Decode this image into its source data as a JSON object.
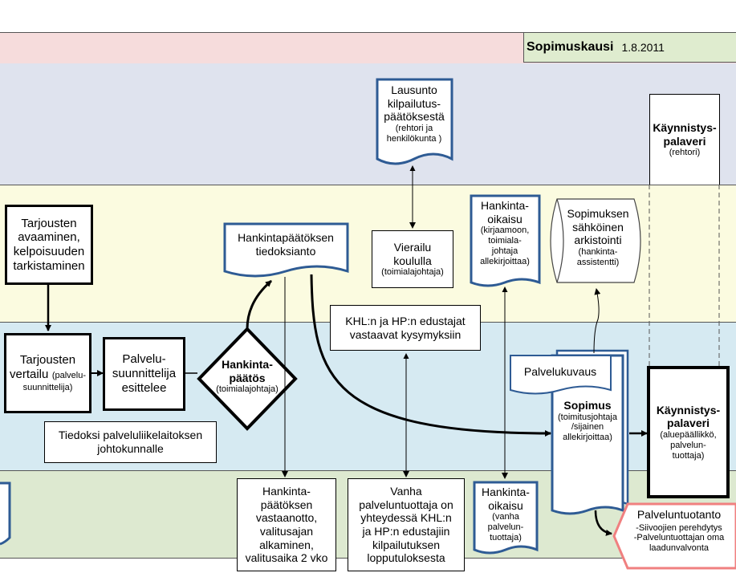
{
  "header": {
    "title": "Sopimuskausi",
    "date": "1.8.2011"
  },
  "nodes": {
    "lausunto": {
      "l1": "Lausunto",
      "l2": "kilpailutus-",
      "l3": "päätöksestä",
      "l4": "(rehtori ja",
      "l5": "henkilökunta )"
    },
    "kaynnistys1": {
      "l1": "Käynnistys-",
      "l2": "palaveri",
      "l3": "(rehtori)"
    },
    "tarjousten_avaaminen": {
      "l1": "Tarjousten",
      "l2": "avaaminen,",
      "l3": "kelpoisuuden",
      "l4": "tarkistaminen"
    },
    "hp_tiedoksianto": {
      "l1": "Hankintapäätöksen",
      "l2": "tiedoksianto"
    },
    "vierailu": {
      "l1": "Vierailu",
      "l2": "koululla",
      "l3": "(toimialajohtaja)"
    },
    "hankintaoikaisu1": {
      "l1": "Hankinta-",
      "l2": "oikaisu",
      "l3": "(kirjaamoon,",
      "l4": "toimiala-",
      "l5": "johtaja",
      "l6": "allekirjoittaa)"
    },
    "arkistointi": {
      "l1": "Sopimuksen",
      "l2": "sähköinen",
      "l3": "arkistointi",
      "l4": "(hankinta-",
      "l5": "assistentti)"
    },
    "khl_hp": {
      "l1": "KHL:n ja HP:n edustajat",
      "l2": "vastaavat kysymyksiin"
    },
    "tarjousten_vertailu": {
      "l1": "Tarjousten",
      "l2a": "vertailu",
      "l2b": "(palvelu-",
      "l3": "suunnittelija)"
    },
    "palvelusuunnittelija": {
      "l1": "Palvelu-",
      "l2": "suunnittelija",
      "l3": "esittelee"
    },
    "hankintapaatos": {
      "l1": "Hankinta-",
      "l2": "päätös",
      "l3": "(toimialajohtaja)"
    },
    "palvelukuvaus": {
      "l1": "Palvelukuvaus"
    },
    "sopimus": {
      "l1": "Sopimus",
      "l2": "(toimitusjohtaja",
      "l3": "/sijainen",
      "l4": "allekirjoittaa)"
    },
    "kaynnistys2": {
      "l1": "Käynnistys-",
      "l2": "palaveri",
      "l3": "(aluepäällikkö,",
      "l4": "palvelun-",
      "l5": "tuottaja)"
    },
    "tiedoksi": {
      "l1": "Tiedoksi palveluliikelaitoksen",
      "l2": "johtokunnalle"
    },
    "vastaanotto": {
      "l1": "Hankinta-",
      "l2": "päätöksen",
      "l3": "vastaanotto,",
      "l4": "valitusajan",
      "l5": "alkaminen,",
      "l6": "valitusaika 2 vko"
    },
    "vanha_tuottaja": {
      "l1": "Vanha",
      "l2": "palveluntuottaja on",
      "l3": "yhteydessä KHL:n",
      "l4": "ja HP:n edustajiin",
      "l5": "kilpailutuksen",
      "l6": "lopputuloksesta"
    },
    "hankintaoikaisu2": {
      "l1": "Hankinta-",
      "l2": "oikaisu",
      "l3": "(vanha",
      "l4": "palvelun-",
      "l5": "tuottaja)"
    },
    "palveluntuotanto": {
      "l1": "Palveluntuotanto",
      "l2": "-Siivoojien perehdytys",
      "l3": "-Palveluntuottajan oma",
      "l4": "laadunvalvonta"
    }
  },
  "colors": {
    "lane_header": "#f6dcdc",
    "lane_header_right": "#dfeccf",
    "lane1": "#dfe3ee",
    "lane2": "#fbfbe0",
    "lane3": "#d6eaf2",
    "lane4": "#dde9d0",
    "doc_border": "#2e5b94",
    "palveluntuotanto_border": "#f08080"
  }
}
